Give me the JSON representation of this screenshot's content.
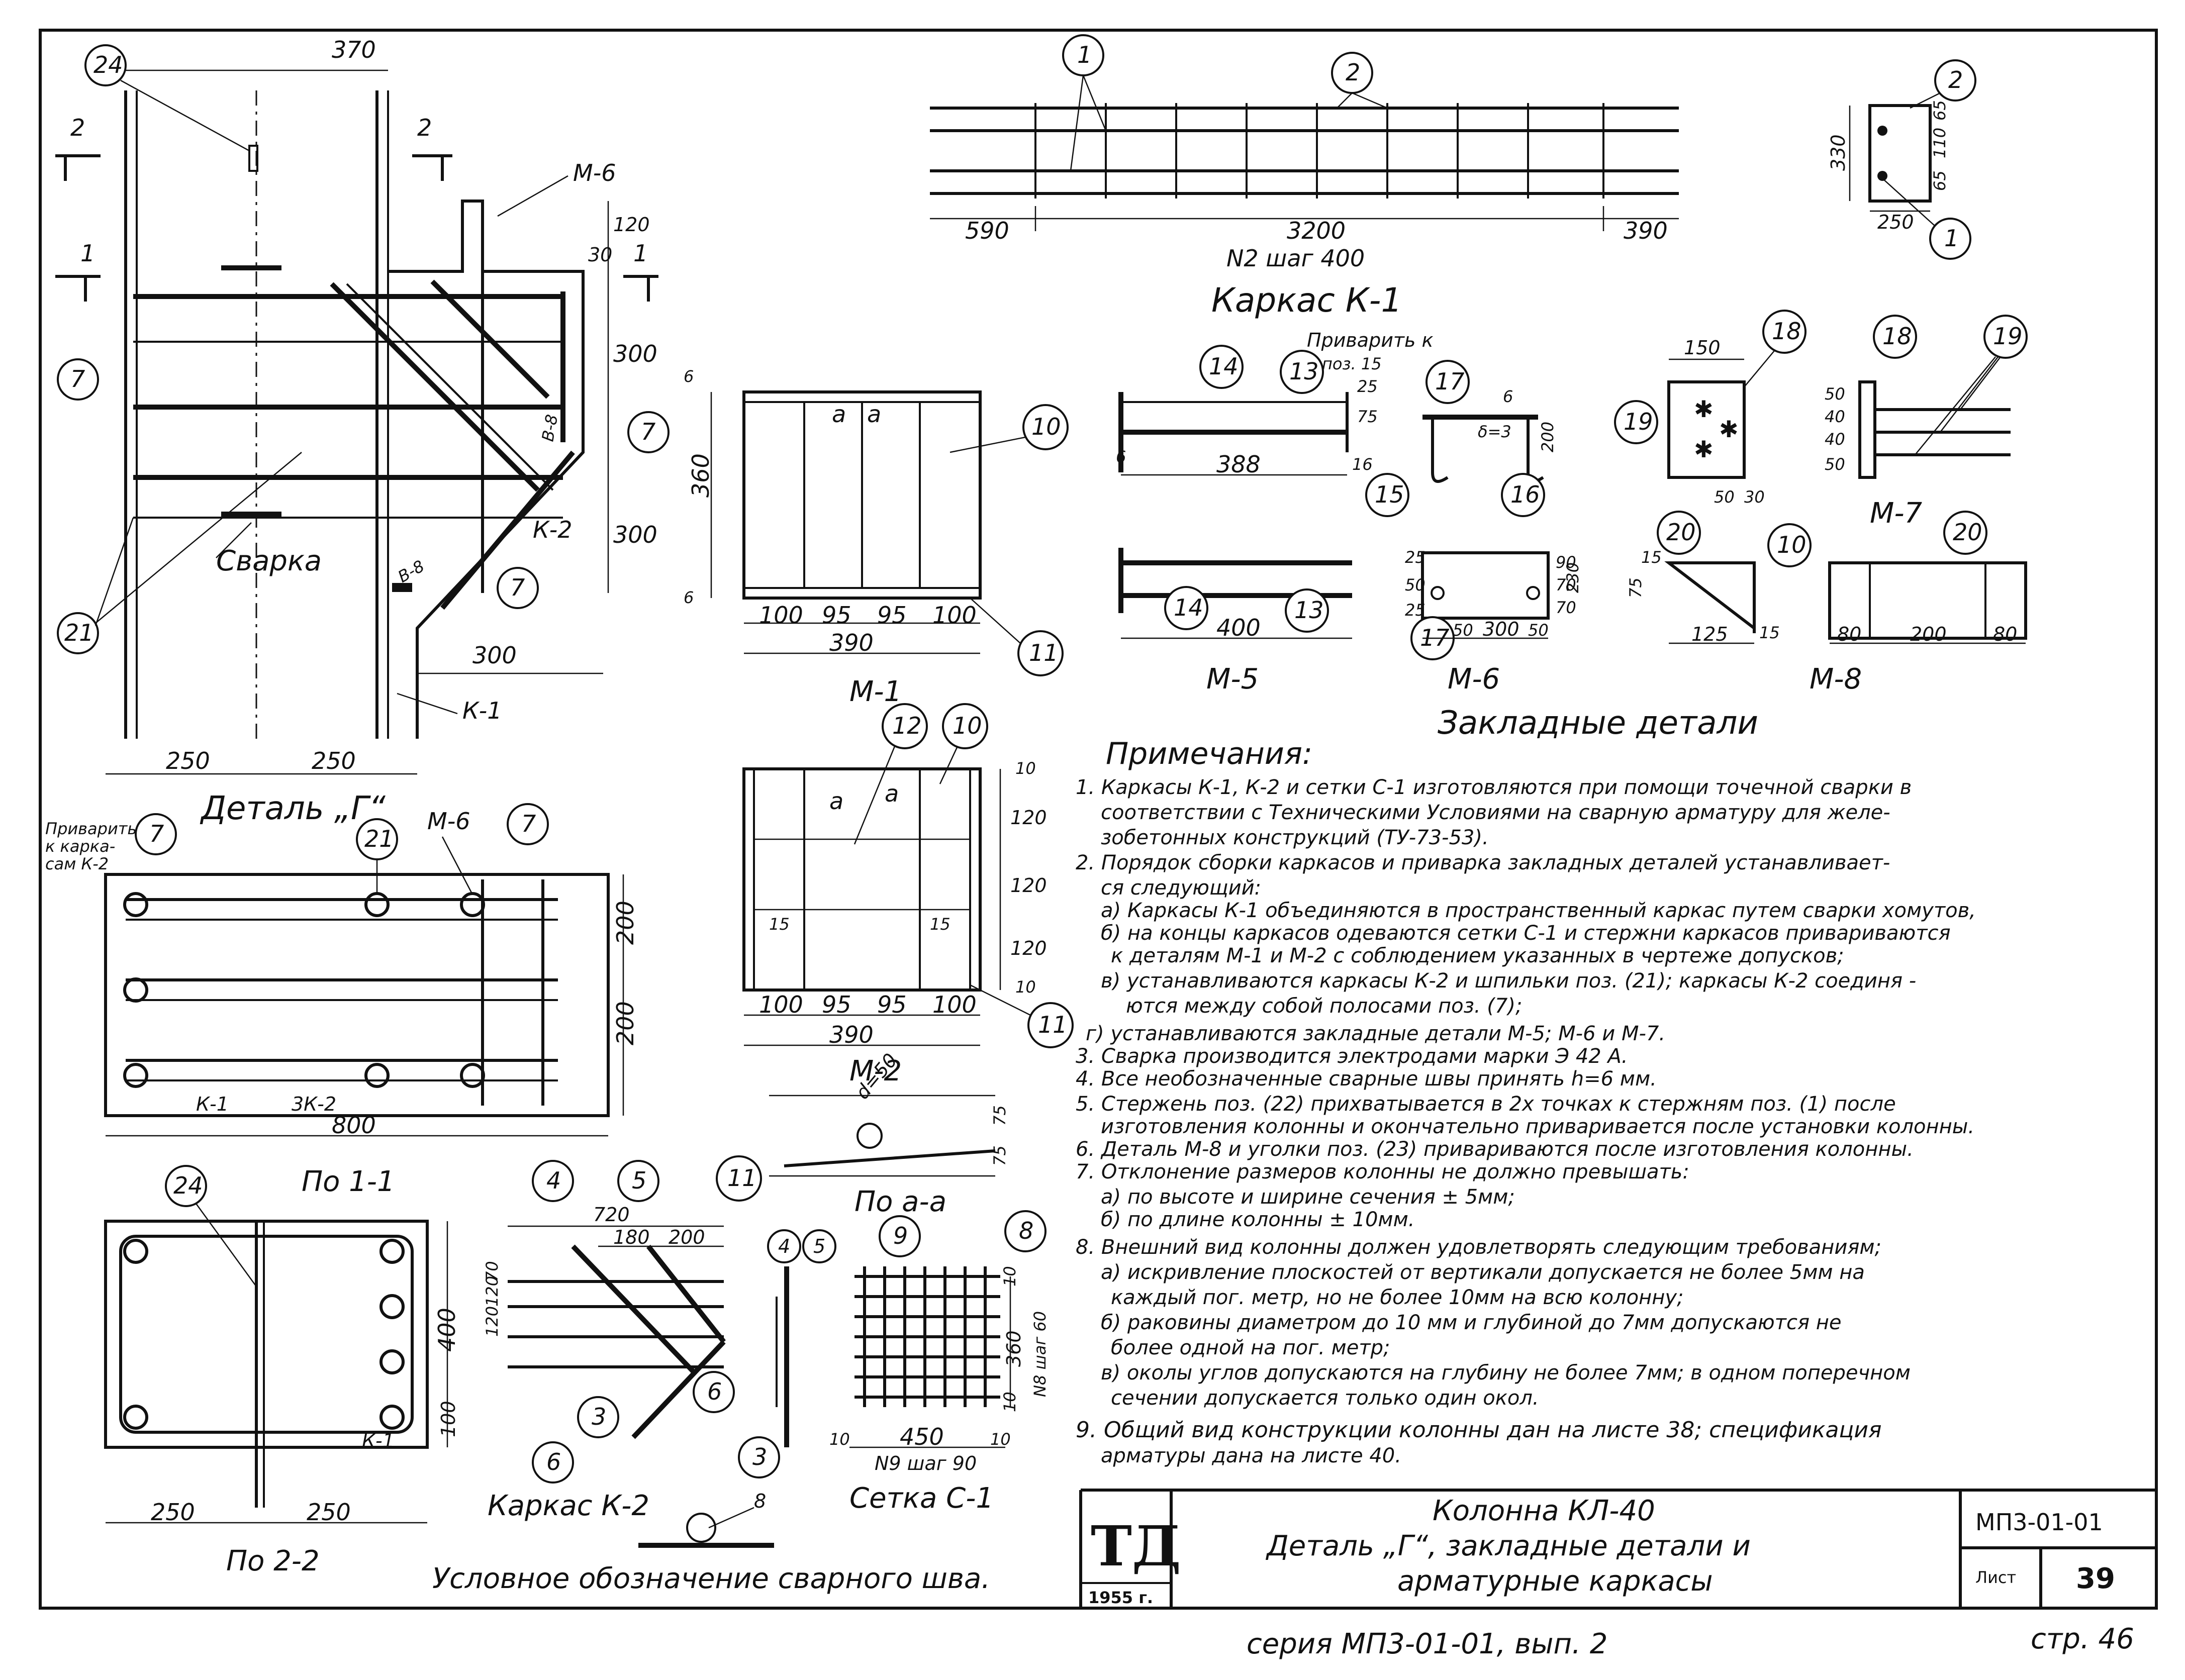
{
  "colors": {
    "ink": "#111111",
    "paper": "#ffffff"
  },
  "detail_g": {
    "title": "Деталь „Г“",
    "dim_top": "370",
    "dim_w1": "250",
    "dim_w2": "250",
    "dim_v1": "120",
    "dim_v2": "30",
    "dim_v3": "300",
    "dim_v4": "300",
    "dim_h": "300",
    "weld_label": "Сварка",
    "section_mark_2": "2",
    "section_mark_1": "1",
    "label_m6": "М-6",
    "label_k2": "К-2",
    "label_k1": "К-1",
    "label_b8a": "В-8",
    "label_b8b": "В-8",
    "pos": [
      "24",
      "7",
      "7",
      "7",
      "21"
    ]
  },
  "karkas_k1": {
    "title": "Каркас К-1",
    "dims": [
      "590",
      "3200",
      "390"
    ],
    "step": "N2 шаг 400",
    "pos": [
      "1",
      "2"
    ],
    "sec_dims": [
      "330",
      "250",
      "65",
      "110",
      "65"
    ],
    "sec_pos": [
      "2",
      "1"
    ]
  },
  "m1": {
    "title": "М-1",
    "dims": [
      "100",
      "95",
      "95",
      "100"
    ],
    "total": "390",
    "height": "360",
    "edge": "6",
    "edge2": "6",
    "a1": "a",
    "a2": "a",
    "pos": [
      "10",
      "11"
    ]
  },
  "m2": {
    "title": "М-2",
    "dims": [
      "100",
      "95",
      "95",
      "100"
    ],
    "total": "390",
    "vdims": [
      "10",
      "120",
      "120",
      "120",
      "10"
    ],
    "a1": "a",
    "a2": "a",
    "d15a": "15",
    "d15b": "15",
    "pos": [
      "12",
      "10",
      "11"
    ]
  },
  "po_aa": {
    "title": "По a-a",
    "d": "d=50",
    "v1": "75",
    "v2": "75",
    "pos": "11"
  },
  "embedded": {
    "title": "Закладные детали",
    "m5": {
      "title": "М-5",
      "privar": "Приварить к",
      "privar2": "поз. 15",
      "d388": "388",
      "d6": "6",
      "d16": "16",
      "d25": "25",
      "d75": "75",
      "d400": "400",
      "pos": [
        "14",
        "13",
        "14",
        "13"
      ]
    },
    "m6": {
      "title": "М-6",
      "d200": "200",
      "d6": "6",
      "d3": "δ=3",
      "dims": [
        "50",
        "300",
        "50"
      ],
      "vdims": [
        "25",
        "90",
        "70",
        "25",
        "50",
        "230",
        "70"
      ],
      "pos": [
        "17",
        "15",
        "16",
        "17"
      ]
    },
    "m7": {
      "title": "М-7",
      "d150": "150",
      "d50": "50",
      "d30": "30",
      "vdims": [
        "50",
        "40",
        "40",
        "50"
      ],
      "pos": [
        "18",
        "19",
        "18",
        "19"
      ]
    },
    "m8": {
      "title": "М-8",
      "d125": "125",
      "d15": "15",
      "d75": "75",
      "d15b": "15",
      "dims": [
        "80",
        "200",
        "80"
      ],
      "pos": [
        "20",
        "10",
        "20"
      ]
    }
  },
  "po11": {
    "title": "По 1-1",
    "w": "800",
    "h1": "200",
    "h2": "200",
    "privar": [
      "Приварить",
      "к карка-",
      "сам К-2"
    ],
    "label_m6": "М-6",
    "label_k1": "К-1",
    "label_3k2": "3К-2",
    "pos": [
      "7",
      "21",
      "7"
    ]
  },
  "po22": {
    "title": "По 2-2",
    "w1": "250",
    "w2": "250",
    "h": "400",
    "h2": "100",
    "label_k1": "К-1",
    "pos": "24"
  },
  "karkas_k2": {
    "title": "Каркас К-2",
    "d720": "720",
    "d180": "180",
    "d200": "200",
    "vdims": [
      "120",
      "120",
      "70"
    ],
    "pos": [
      "4",
      "5",
      "4",
      "5",
      "3",
      "6",
      "3",
      "6"
    ]
  },
  "setka_c1": {
    "title": "Сетка С-1",
    "d450": "450",
    "d10a": "10",
    "d10b": "10",
    "step": "N9 шаг 90",
    "v360": "360",
    "vstep": "N8 шаг 60",
    "v10a": "10",
    "v10b": "10",
    "pos": [
      "9",
      "8"
    ]
  },
  "weld_symbol": {
    "caption": "Условное обозначение сварного шва.",
    "d": "8"
  },
  "notes": {
    "title": "Примечания:",
    "lines": [
      "1. Каркасы К-1, К-2 и сетки С-1 изготовляются при помощи точечной сварки в",
      "соответствии с Техническими Условиями на сварную арматуру для желе-",
      "зобетонных конструкций (ТУ-73-53).",
      "2. Порядок сборки каркасов и приварка закладных деталей устанавливает-",
      "ся следующий:",
      "а) Каркасы К-1 объединяются в пространственный каркас путем сварки хомутов,",
      "б) на концы каркасов одеваются сетки С-1 и стержни каркасов привариваются",
      "к деталям М-1 и М-2 с соблюдением указанных в чертеже допусков;",
      "в) устанавливаются каркасы К-2 и шпильки поз. (21); каркасы К-2 соединя -",
      "ются между собой полосами поз. (7);",
      "г) устанавливаются закладные детали М-5; М-6 и М-7.",
      "3. Сварка производится электродами марки Э 42 А.",
      "4. Все необозначенные сварные швы принять h=6 мм.",
      "5. Стержень поз. (22) прихватывается в 2х точках к стержням поз. (1) после",
      "изготовления колонны и окончательно приваривается после установки колонны.",
      "6. Деталь М-8 и уголки поз. (23) привариваются после изготовления колонны.",
      "7. Отклонение размеров колонны не должно превышать:",
      "а) по высоте и ширине сечения ± 5мм;",
      "б) по длине колонны ± 10мм.",
      "8. Внешний вид колонны должен удовлетворять следующим требованиям;",
      "а) искривление плоскостей от вертикали допускается не более 5мм на",
      "каждый пог. метр, но не более 10мм на всю колонну;",
      "б) раковины диаметром до 10 мм и глубиной до 7мм допускаются не",
      "более одной на пог. метр;",
      "в) околы углов допускаются на глубину не более 7мм; в одном поперечном",
      "сечении допускается только один окол.",
      "9. Общий вид конструкции колонны дан на листе 38; спецификация",
      "арматуры дана на листе 40."
    ]
  },
  "title_block": {
    "logo": "ТД",
    "year": "1955 г.",
    "title1": "Колонна КЛ-40",
    "title2": "Деталь „Г“, закладные детали и",
    "title3": "арматурные каркасы",
    "code": "МП3-01-01",
    "sheet_label": "Лист",
    "sheet_no": "39"
  },
  "footer": {
    "series": "серия МП3-01-01, вып. 2",
    "page": "стр. 46"
  }
}
